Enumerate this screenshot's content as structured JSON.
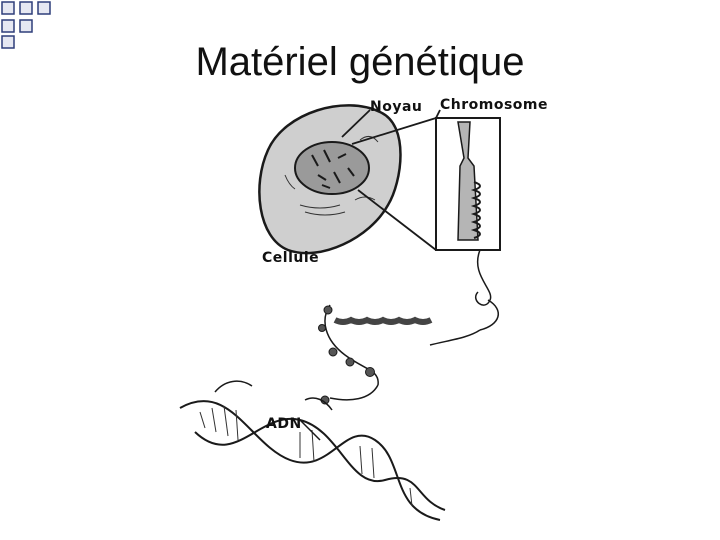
{
  "slide": {
    "title": "Matériel génétique"
  },
  "labels": {
    "noyau": "Noyau",
    "chromosome": "Chromosome",
    "cellule": "Cellule",
    "adn": "ADN"
  },
  "colors": {
    "accent_square_border": "#2f3e7a",
    "accent_square_fill": "#e6e8f2",
    "ink": "#1a1a1a",
    "cell_fill": "#cfcfcf",
    "nucleus_fill": "#9a9a9a"
  },
  "icons": [
    "decorative-squares"
  ]
}
